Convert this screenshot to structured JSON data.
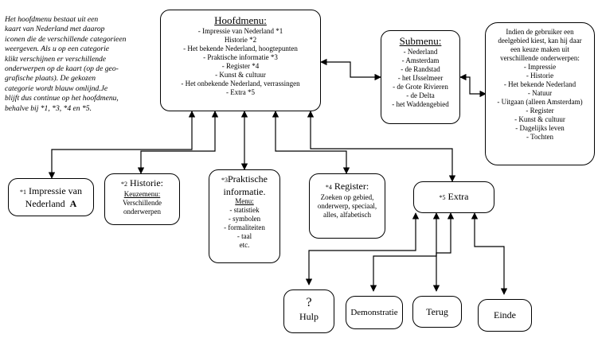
{
  "intro_lines": [
    "Het hoofdmenu bestaat uit een",
    "kaart van Nederland met daarop",
    "iconen die de verschillende categorieen",
    "weergeven. Als u op een categorie",
    "klikt verschijnen er verschillende",
    "onderwerpen op de kaart (op de geo-",
    "grafische plaats). De gekozen",
    "categorie wordt blauw omlijnd.Je",
    "blijft dus continue op het hoofdmenu,",
    "behalve bij *1, *3, *4 en *5."
  ],
  "hoofdmenu": {
    "title": "Hoofdmenu:",
    "items": [
      "- Impressie van Nederland *1",
      "Historie *2",
      "- Het bekende Nederland, hoogtepunten",
      "- Praktische informatie *3",
      "- Register *4",
      "- Kunst & cultuur",
      "- Het onbekende Nederland, verrassingen",
      "- Extra *5"
    ]
  },
  "submenu": {
    "title": "Submenu:",
    "items": [
      "- Nederland",
      "- Amsterdam",
      "- de Randstad",
      "- het IJsselmeer",
      "- de Grote Rivieren",
      "- de Delta",
      "- het Waddengebied"
    ]
  },
  "deelgebied": {
    "lines": [
      "Indien de gebruiker een",
      "deelgebied kiest, kan hij daar",
      "een keuze maken uit",
      "verschillende onderwerpen:",
      "- Impressie",
      "- Historie",
      "- Het bekende Nederland",
      "- Natuur",
      "- Uitgaan (alleen Amsterdam)",
      "- Register",
      "- Kunst & cultuur",
      "- Dagelijks leven",
      "- Tochten"
    ]
  },
  "impressie": {
    "marker": "*1",
    "line1": "Impressie van",
    "line2": "Nederland",
    "letter": "A"
  },
  "historie": {
    "marker": "*2",
    "title": "Historie:",
    "subtitle": "Keuzemenu:",
    "line1": "Verschillende",
    "line2": "onderwerpen"
  },
  "praktisch": {
    "marker": "*3",
    "title1": "Praktische",
    "title2": "informatie.",
    "subtitle": "Menu:",
    "items": [
      "- statistiek",
      "- symbolen",
      "- formaliteiten",
      "- taal",
      "etc."
    ]
  },
  "register": {
    "marker": "*4",
    "title": "Register:",
    "lines": [
      "Zoeken op gebied,",
      "onderwerp, speciaal,",
      "alles, alfabetisch"
    ]
  },
  "extra": {
    "marker": "*5",
    "title": "Extra"
  },
  "hulp": {
    "symbol": "?",
    "label": "Hulp"
  },
  "demonstratie": {
    "label": "Demonstratie"
  },
  "terug": {
    "label": "Terug"
  },
  "einde": {
    "label": "Einde"
  }
}
